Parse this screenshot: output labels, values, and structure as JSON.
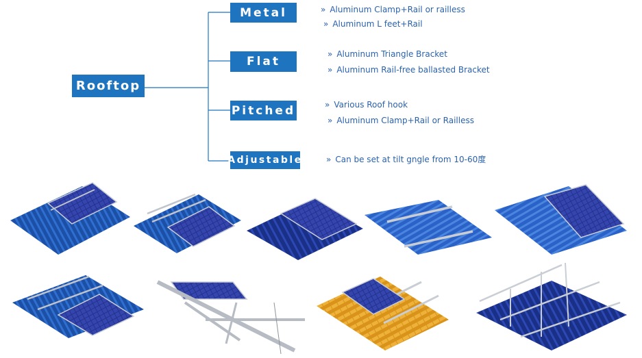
{
  "root": {
    "label": "Rooftop"
  },
  "categories": [
    {
      "label": "Metal",
      "bullets": [
        "Aluminum Clamp+Rail or railless",
        "Aluminum L feet+Rail"
      ]
    },
    {
      "label": "Flat",
      "bullets": [
        "Aluminum Triangle Bracket",
        "Aluminum Rail-free ballasted Bracket"
      ]
    },
    {
      "label": "Pitched",
      "bullets": [
        "Various Roof hook",
        "Aluminum Clamp+Rail or Railless"
      ]
    },
    {
      "label": "Adjustable",
      "bullets": [
        "Can be set at  tilt gngle from 10-60度"
      ]
    }
  ],
  "bullet_marker": "»",
  "colors": {
    "box": "#1f74c0",
    "box_text": "#ffffff",
    "bullet_text": "#2a62ad",
    "connector": "#1f74c0",
    "roof_blue": "#1c4fa6",
    "roof_tile": "#e3a322",
    "panel": "#1f2f8f",
    "rail": "#b9bec6"
  },
  "images": [
    {
      "name": "metal-roof-clamp-rail"
    },
    {
      "name": "metal-roof-l-feet-rail"
    },
    {
      "name": "metal-roof-railless"
    },
    {
      "name": "metal-roof-rails-only"
    },
    {
      "name": "metal-roof-panel-array"
    },
    {
      "name": "metal-roof-rail-mount"
    },
    {
      "name": "flat-triangle-bracket"
    },
    {
      "name": "tile-roof-hook"
    },
    {
      "name": "adjustable-tilt-frame"
    }
  ]
}
